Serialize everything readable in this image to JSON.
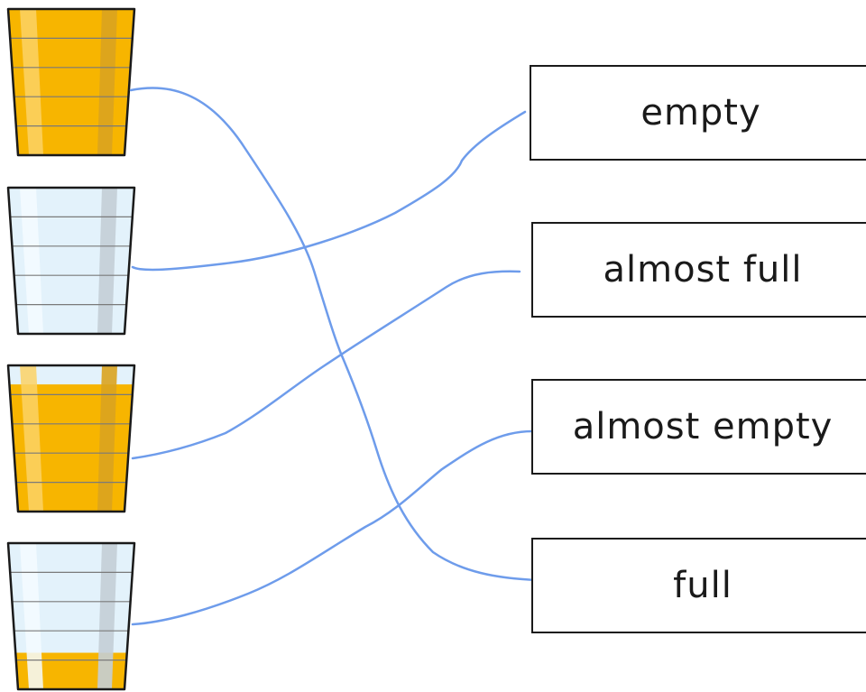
{
  "colors": {
    "juice": "#F7B500",
    "juice_highlight": "#FBD265",
    "juice_shade": "#D9A31F",
    "water": "#E3F2FB",
    "water_highlight": "#F5FBFF",
    "water_shade": "#C3CED6",
    "cup_outline": "#1A1A1A",
    "cup_lines": "#7A7A7A",
    "connector": "#6E9CEB"
  },
  "cups": [
    {
      "name": "cup-full",
      "fill_fraction": 1.0
    },
    {
      "name": "cup-empty",
      "fill_fraction": 0.0
    },
    {
      "name": "cup-almost-full",
      "fill_fraction": 0.87
    },
    {
      "name": "cup-almost-empty",
      "fill_fraction": 0.25
    }
  ],
  "labels": [
    "empty",
    "almost full",
    "almost empty",
    "full"
  ],
  "matches": [
    {
      "cup": 0,
      "label": 3
    },
    {
      "cup": 1,
      "label": 0
    },
    {
      "cup": 2,
      "label": 1
    },
    {
      "cup": 3,
      "label": 2
    }
  ]
}
